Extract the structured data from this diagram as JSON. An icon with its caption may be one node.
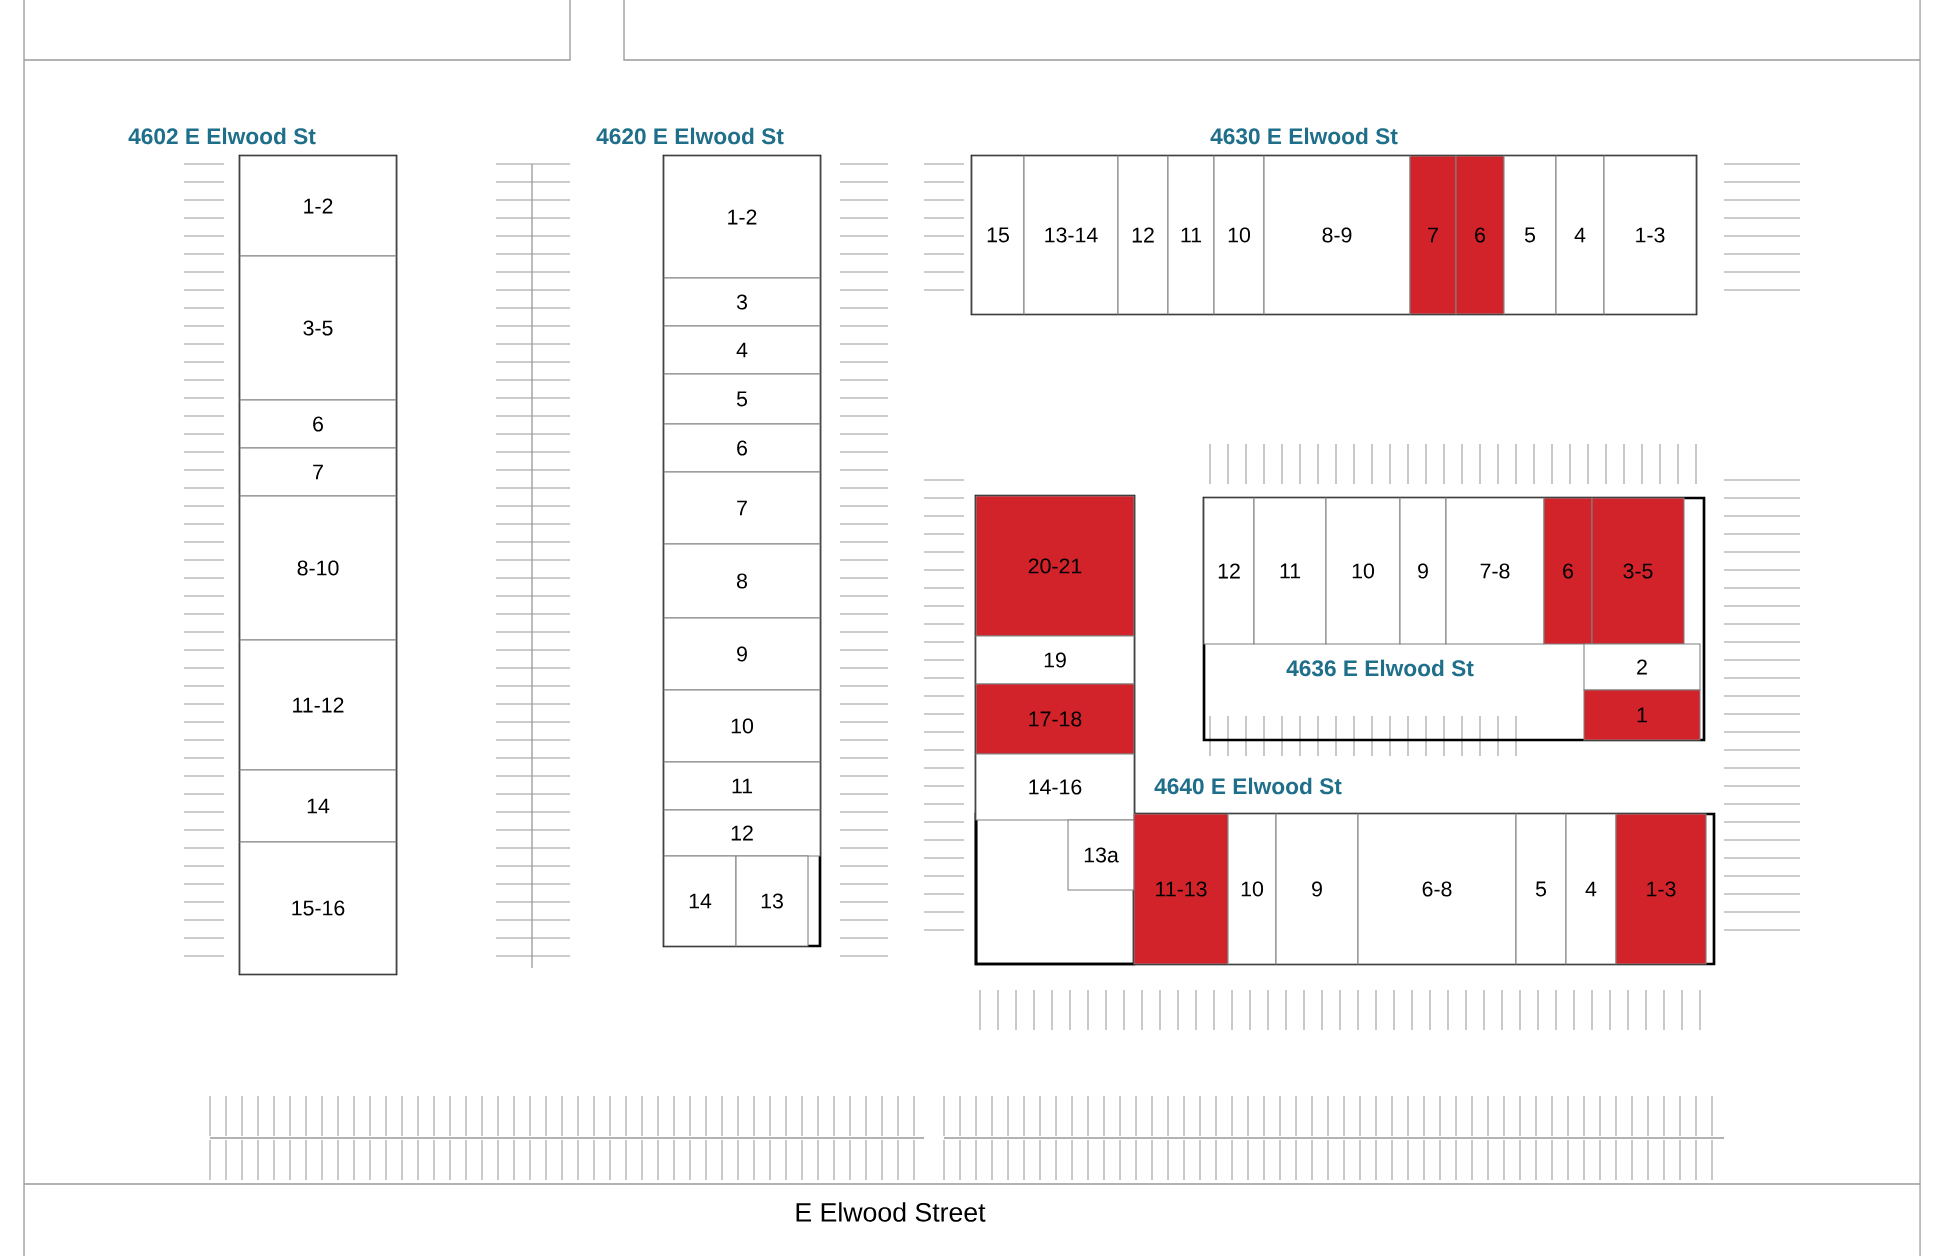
{
  "diagram": {
    "nodes": [
      {
        "text": [
          "1-2"
        ]
      },
      {
        "text": [
          "3-5"
        ]
      },
      {
        "text": [
          "6"
        ]
      },
      {
        "text": [
          "7"
        ]
      },
      {
        "text": [
          "8-10"
        ]
      },
      {
        "text": [
          "11-12"
        ]
      },
      {
        "text": [
          "14"
        ]
      },
      {
        "text": [
          "15-16"
        ]
      },
      {
        "text": [
          "1-2"
        ]
      },
      {
        "text": [
          "3"
        ]
      },
      {
        "text": [
          "4"
        ]
      },
      {
        "text": [
          "5"
        ]
      },
      {
        "text": [
          "6"
        ]
      },
      {
        "text": [
          "7"
        ]
      },
      {
        "text": [
          "8"
        ]
      },
      {
        "text": [
          "9"
        ]
      },
      {
        "text": [
          "10"
        ]
      },
      {
        "text": [
          "11"
        ]
      },
      {
        "text": [
          "12"
        ]
      },
      {
        "text": [
          "14"
        ]
      },
      {
        "text": [
          "13"
        ]
      },
      {
        "text": [
          "15"
        ]
      },
      {
        "text": [
          "13-14"
        ]
      },
      {
        "text": [
          "12"
        ]
      },
      {
        "text": [
          "11"
        ]
      },
      {
        "text": [
          "10"
        ]
      },
      {
        "text": [
          "8-9"
        ]
      },
      {
        "text": [
          "7"
        ]
      },
      {
        "text": [
          "6"
        ]
      },
      {
        "text": [
          "5"
        ]
      },
      {
        "text": [
          "4"
        ]
      },
      {
        "text": [
          "1-3"
        ]
      },
      {
        "text": [
          "12"
        ]
      },
      {
        "text": [
          "11"
        ]
      },
      {
        "text": [
          "10"
        ]
      },
      {
        "text": [
          "9"
        ]
      },
      {
        "text": [
          "7-8"
        ]
      },
      {
        "text": [
          "6"
        ]
      },
      {
        "text": [
          "3-5"
        ]
      },
      {
        "text": [
          "2"
        ]
      },
      {
        "text": [
          "1"
        ]
      },
      {
        "text": [
          "20-21"
        ]
      },
      {
        "text": [
          "19"
        ]
      },
      {
        "text": [
          "17-18"
        ]
      },
      {
        "text": [
          "14-16"
        ]
      },
      {
        "text": [
          "13a"
        ]
      },
      {
        "text": [
          "11-13"
        ]
      },
      {
        "text": [
          "10"
        ]
      },
      {
        "text": [
          "9"
        ]
      },
      {
        "text": [
          "6-8"
        ]
      },
      {
        "text": [
          "5"
        ]
      },
      {
        "text": [
          "4"
        ]
      },
      {
        "text": [
          "1-3"
        ]
      }
    ],
    "labels": [
      "4602 E Elwood St",
      "4620 E Elwood St",
      "4630 E Elwood St",
      "4636 E Elwood St",
      "4640 E Elwood St",
      "E Elwood Street"
    ]
  }
}
